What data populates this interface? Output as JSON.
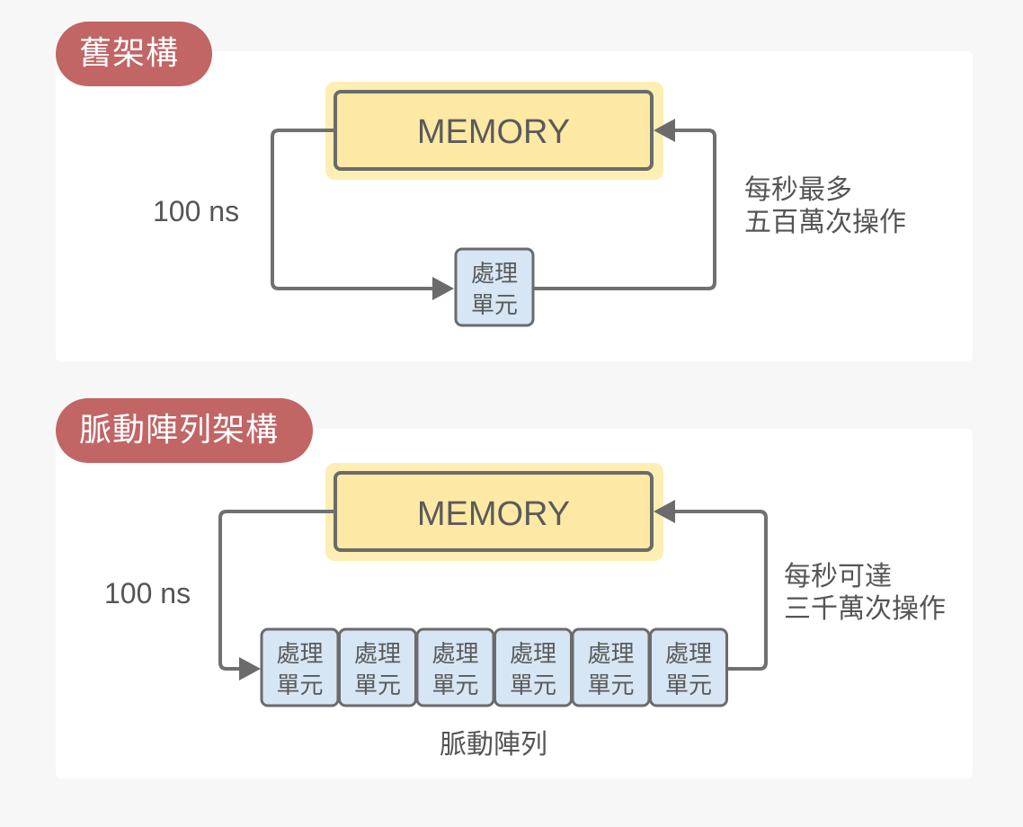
{
  "sections": [
    {
      "title": "舊架構",
      "memory_label": "MEMORY",
      "latency_label": "100 ns",
      "throughput_line1": "每秒最多",
      "throughput_line2": "五百萬次操作",
      "processing_units": [
        {
          "line1": "處理",
          "line2": "單元"
        }
      ]
    },
    {
      "title": "脈動陣列架構",
      "memory_label": "MEMORY",
      "latency_label": "100 ns",
      "throughput_line1": "每秒可達",
      "throughput_line2": "三千萬次操作",
      "processing_units": [
        {
          "line1": "處理",
          "line2": "單元"
        },
        {
          "line1": "處理",
          "line2": "單元"
        },
        {
          "line1": "處理",
          "line2": "單元"
        },
        {
          "line1": "處理",
          "line2": "單元"
        },
        {
          "line1": "處理",
          "line2": "單元"
        },
        {
          "line1": "處理",
          "line2": "單元"
        }
      ],
      "array_caption": "脈動陣列"
    }
  ],
  "colors": {
    "title_pill": "#c16565",
    "memory_fill": "#fde9a4",
    "processing_unit_fill": "#d6e6f4",
    "wire": "#707070"
  }
}
